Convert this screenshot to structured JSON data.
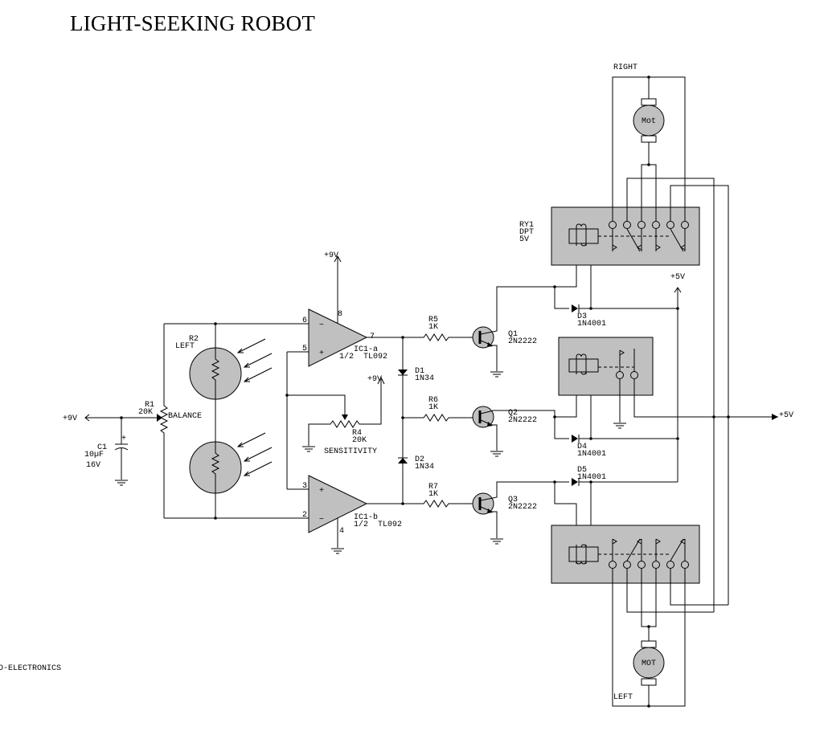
{
  "title": "LIGHT-SEEKING ROBOT",
  "footer": "O-ELECTRONICS",
  "colors": {
    "component_fill": "#c0c0c0",
    "line": "#000000"
  },
  "supply": {
    "left_in": "+9V",
    "ic_vcc": "+9V",
    "pot_vcc": "+9V",
    "relay_vcc": "+5V",
    "out": "+5V"
  },
  "pins": {
    "p6": "6",
    "p5": "5",
    "p8": "8",
    "p7": "7",
    "p3": "3",
    "p2": "2",
    "p4": "4",
    "minus": "−",
    "plus": "+"
  },
  "components": {
    "c1": {
      "ref": "C1",
      "value": "10µF",
      "rating": "16V",
      "polarity": "+"
    },
    "r1": {
      "ref": "R1",
      "value": "20K",
      "function": "BALANCE"
    },
    "r2": {
      "ref": "R2",
      "function": "LEFT"
    },
    "r4": {
      "ref": "R4",
      "value": "20K",
      "function": "SENSITIVITY"
    },
    "ic1a": {
      "ref": "IC1-a",
      "part": "1/2  TL092"
    },
    "ic1b": {
      "ref": "IC1-b",
      "part": "1/2  TL092"
    },
    "d1": {
      "ref": "D1",
      "part": "1N34"
    },
    "d2": {
      "ref": "D2",
      "part": "1N34"
    },
    "r5": {
      "ref": "R5",
      "value": "1K"
    },
    "r6": {
      "ref": "R6",
      "value": "1K"
    },
    "r7": {
      "ref": "R7",
      "value": "1K"
    },
    "q1": {
      "ref": "Q1",
      "part": "2N2222"
    },
    "q2": {
      "ref": "Q2",
      "part": "2N2222"
    },
    "q3": {
      "ref": "Q3",
      "part": "2N2222"
    },
    "d3": {
      "ref": "D3",
      "part": "1N4001"
    },
    "d4": {
      "ref": "D4",
      "part": "1N4001"
    },
    "d5": {
      "ref": "D5",
      "part": "1N4001"
    },
    "ry1": {
      "ref": "RY1",
      "type": "DPT",
      "voltage": "5V"
    },
    "motor_right": {
      "label": "Mot",
      "side": "RIGHT"
    },
    "motor_left": {
      "label": "MOT",
      "side": "LEFT"
    }
  }
}
